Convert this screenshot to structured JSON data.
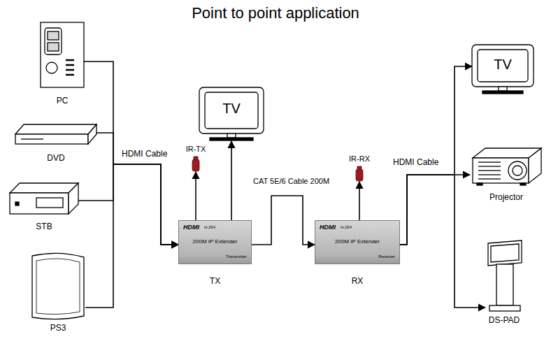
{
  "diagram": {
    "title": "Point to point application",
    "nodes": [
      {
        "text": [
          "PC"
        ]
      },
      {
        "text": [
          "DVD"
        ]
      },
      {
        "text": [
          "STB"
        ]
      },
      {
        "text": [
          "PS3"
        ]
      },
      {
        "text": [
          "TV"
        ]
      },
      {
        "text": [
          "IR-TX"
        ]
      },
      {
        "text": [
          "HDMI",
          "H.264",
          "200M IP Extender",
          "Transmitter",
          "TX"
        ]
      },
      {
        "text": [
          "HDMI",
          "H.264",
          "200M IP Extender",
          "Receiver",
          "RX"
        ]
      },
      {
        "text": [
          "IR-RX"
        ]
      },
      {
        "text": [
          "TV"
        ]
      },
      {
        "text": [
          "Projector"
        ]
      },
      {
        "text": [
          "DS-PAD"
        ]
      }
    ],
    "edges": [
      {
        "from": 0,
        "to": 6,
        "arrow": "to"
      },
      {
        "from": 1,
        "to": 6,
        "arrow": "to"
      },
      {
        "from": 2,
        "to": 6,
        "arrow": "to"
      },
      {
        "from": 3,
        "to": 6,
        "arrow": "to"
      },
      {
        "from": 6,
        "to": 5,
        "arrow": "to"
      },
      {
        "from": 6,
        "to": 4,
        "arrow": "to"
      },
      {
        "from": 6,
        "to": 7,
        "label": "CAT 5E/6 Cable 200M",
        "arrow": "to"
      },
      {
        "from": 7,
        "to": 8,
        "arrow": "to"
      },
      {
        "from": 7,
        "to": 9,
        "arrow": "to"
      },
      {
        "from": 7,
        "to": 10,
        "arrow": "to"
      },
      {
        "from": 7,
        "to": 11,
        "arrow": "to"
      }
    ],
    "labels": [
      "HDMI Cable",
      "HDMI Cable"
    ]
  }
}
